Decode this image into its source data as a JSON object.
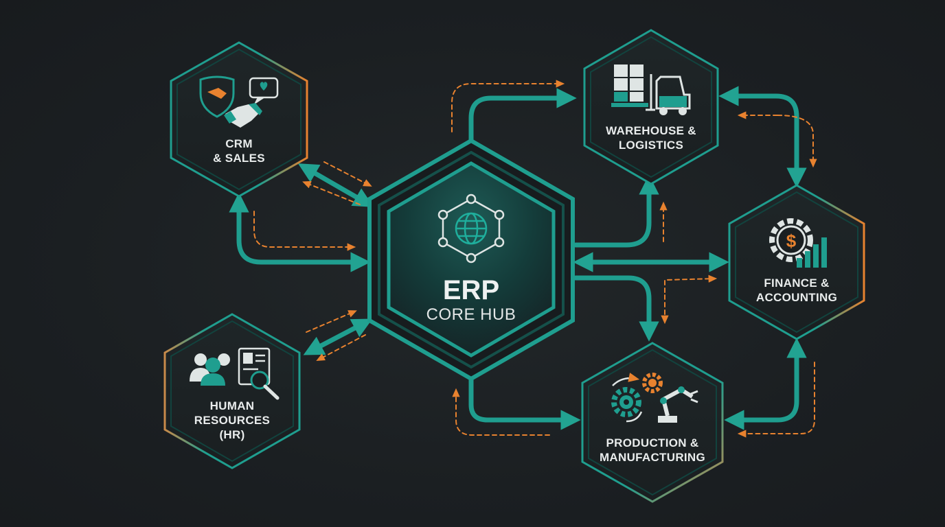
{
  "hub": {
    "title": "ERP",
    "subtitle": "CORE HUB",
    "icon": "network-globe-icon"
  },
  "modules": {
    "crm": {
      "lines": [
        "CRM",
        "& SALES"
      ],
      "icon": "handshake-shield-icon"
    },
    "warehouse": {
      "lines": [
        "WAREHOUSE &",
        "LOGISTICS"
      ],
      "icon": "forklift-boxes-icon"
    },
    "finance": {
      "lines": [
        "FINANCE &",
        "ACCOUNTING"
      ],
      "icon": "dollar-gear-chart-icon"
    },
    "production": {
      "lines": [
        "PRODUCTION &",
        "MANUFACTURING"
      ],
      "icon": "robot-arm-gears-icon"
    },
    "hr": {
      "lines": [
        "HUMAN",
        "RESOURCES",
        "(HR)"
      ],
      "icon": "people-resume-icon"
    }
  },
  "colors": {
    "background": "#1b1f22",
    "teal": "#1f9e8f",
    "teal_dark": "#0f4a44",
    "orange": "#e8822f",
    "text": "#e9ecec"
  }
}
